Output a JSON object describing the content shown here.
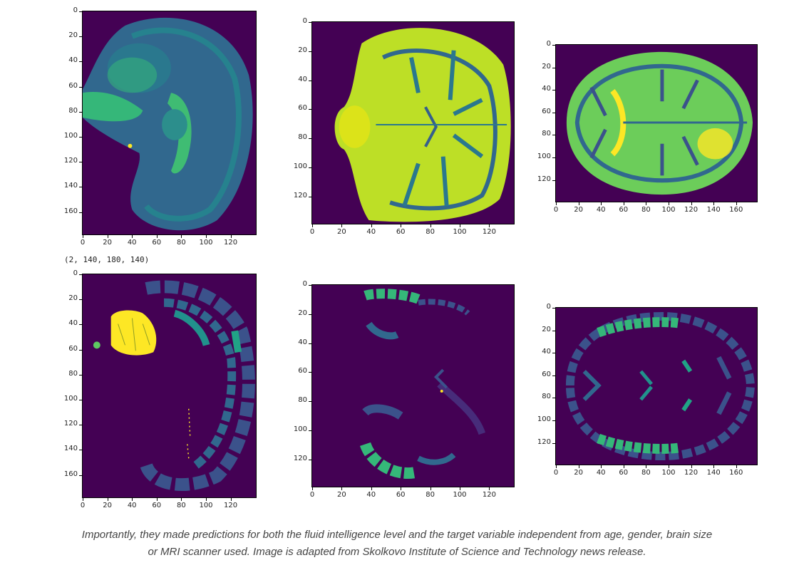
{
  "figure": {
    "shape_text": "(2, 140, 180, 140)",
    "panels": [
      {
        "id": "sagittal-mri",
        "yticks": [
          "0",
          "20",
          "40",
          "60",
          "80",
          "100",
          "120",
          "140",
          "160"
        ],
        "xticks": [
          "0",
          "20",
          "40",
          "60",
          "80",
          "100",
          "120"
        ]
      },
      {
        "id": "coronal-mri",
        "yticks": [
          "0",
          "20",
          "40",
          "60",
          "80",
          "100",
          "120"
        ],
        "xticks": [
          "0",
          "20",
          "40",
          "60",
          "80",
          "100",
          "120"
        ]
      },
      {
        "id": "axial-mri",
        "yticks": [
          "0",
          "20",
          "40",
          "60",
          "80",
          "100",
          "120"
        ],
        "xticks": [
          "0",
          "20",
          "40",
          "60",
          "80",
          "100",
          "120",
          "140",
          "160"
        ]
      },
      {
        "id": "sagittal-seg",
        "yticks": [
          "0",
          "20",
          "40",
          "60",
          "80",
          "100",
          "120",
          "140",
          "160"
        ],
        "xticks": [
          "0",
          "20",
          "40",
          "60",
          "80",
          "100",
          "120"
        ]
      },
      {
        "id": "coronal-seg",
        "yticks": [
          "0",
          "20",
          "40",
          "60",
          "80",
          "100",
          "120"
        ],
        "xticks": [
          "0",
          "20",
          "40",
          "60",
          "80",
          "100",
          "120"
        ]
      },
      {
        "id": "axial-seg",
        "yticks": [
          "0",
          "20",
          "40",
          "60",
          "80",
          "100",
          "120"
        ],
        "xticks": [
          "0",
          "20",
          "40",
          "60",
          "80",
          "100",
          "120",
          "140",
          "160"
        ]
      }
    ]
  },
  "caption": {
    "line1": "Importantly, they made predictions for both the fluid intelligence level and the target variable independent from age, gender, brain size",
    "line2": "or MRI scanner used. Image is adapted from Skolkovo Institute of Science and Technology news release."
  },
  "colors": {
    "background": "#440154",
    "dark_tissue": "#3b528b",
    "mid_tissue": "#21918c",
    "light_tissue": "#5ec962",
    "bright": "#fde725"
  }
}
